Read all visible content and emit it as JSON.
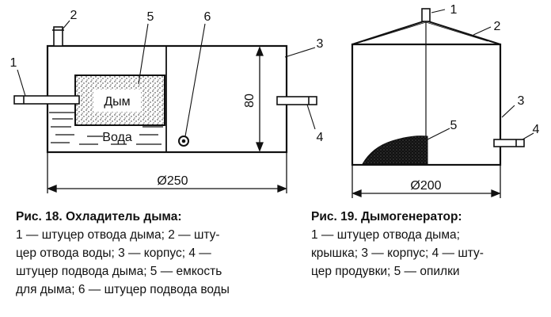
{
  "fig18": {
    "labels": {
      "n1": "1",
      "n2": "2",
      "n3": "3",
      "n4": "4",
      "n5": "5",
      "n6": "6",
      "smoke": "Дым",
      "water": "Вода",
      "height_dim": "80",
      "diameter_dim": "Ø250"
    },
    "caption": {
      "title": "Рис. 18. Охладитель дыма:",
      "lines": [
        "1 — штуцер отвода дыма; 2 — шту-",
        "цер отвода воды; 3 — корпус; 4 —",
        "штуцер подвода дыма; 5 — емкость",
        "для дыма; 6 — штуцер подвода воды"
      ]
    }
  },
  "fig19": {
    "labels": {
      "n1": "1",
      "n2": "2",
      "n3": "3",
      "n4": "4",
      "n5": "5",
      "diameter_dim": "Ø200"
    },
    "caption": {
      "title": "Рис. 19. Дымогенератор:",
      "lines": [
        "1 — штуцер отвода дыма;",
        "крышка; 3 — корпус; 4 — шту-",
        "цер продувки; 5 — опилки"
      ]
    }
  }
}
